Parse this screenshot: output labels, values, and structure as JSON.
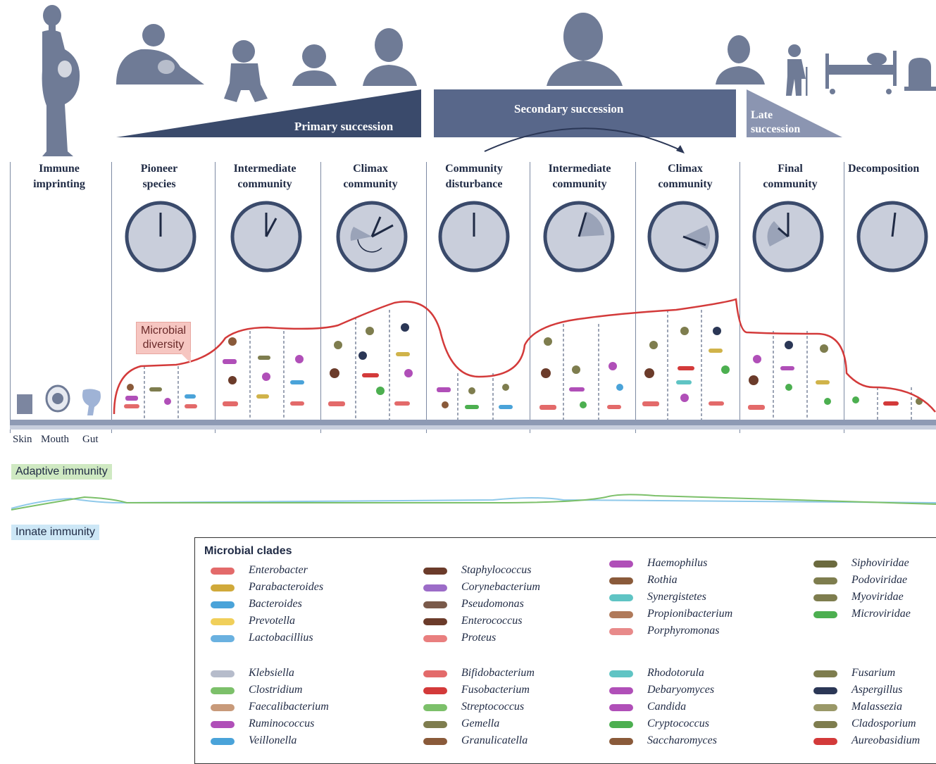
{
  "succession": {
    "primary": "Primary succession",
    "secondary": "Secondary succession",
    "late_line1": "Late",
    "late_line2": "succession"
  },
  "stages": [
    {
      "line1": "Immune",
      "line2": "imprinting"
    },
    {
      "line1": "Pioneer",
      "line2": "species"
    },
    {
      "line1": "Intermediate",
      "line2": "community"
    },
    {
      "line1": "Climax",
      "line2": "community"
    },
    {
      "line1": "Community",
      "line2": "disturbance"
    },
    {
      "line1": "Intermediate",
      "line2": "community"
    },
    {
      "line1": "Climax",
      "line2": "community"
    },
    {
      "line1": "Final",
      "line2": "community"
    },
    {
      "line1": "Decomposition",
      "line2": ""
    }
  ],
  "microbial_diversity": {
    "line1": "Microbial",
    "line2": "diversity"
  },
  "body_sites": [
    "Skin",
    "Mouth",
    "Gut"
  ],
  "immunity": {
    "adaptive": "Adaptive immunity",
    "innate": "Innate immunity"
  },
  "legend": {
    "title": "Microbial clades",
    "col1": [
      "Enterobacter",
      "Parabacteroides",
      "Bacteroides",
      "Prevotella",
      "Lactobacillius"
    ],
    "col1b": [
      "Klebsiella",
      "Clostridium",
      "Faecalibacterium",
      "Ruminococcus",
      "Veillonella"
    ],
    "col2": [
      "Staphylococcus",
      "Corynebacterium",
      "Pseudomonas",
      "Enterococcus",
      "Proteus"
    ],
    "col2b": [
      "Bifidobacterium",
      "Fusobacterium",
      "Streptococcus",
      "Gemella",
      "Granulicatella"
    ],
    "col3": [
      "Haemophilus",
      "Rothia",
      "Synergistetes",
      "Propionibacterium",
      "Porphyromonas"
    ],
    "col3b": [
      "Rhodotorula",
      "Debaryomyces",
      "Candida",
      "Cryptococcus",
      "Saccharomyces"
    ],
    "col4": [
      "Siphoviridae",
      "Podoviridae",
      "Myoviridae",
      "Microviridae"
    ],
    "col4b": [
      "Fusarium",
      "Aspergillus",
      "Malassezia",
      "Cladosporium",
      "Aureobasidium"
    ]
  },
  "colors": {
    "navy": "#3a4a6b",
    "slate": "#7f8aa8",
    "silhouette": "#6f7b96",
    "diversity_line": "#d33a3a",
    "adaptive": "#7cc06a",
    "innate": "#8fc9ea"
  },
  "icons": [
    "pregnant-woman-icon",
    "breastfeeding-icon",
    "infant-icon",
    "child-icon",
    "adolescent-icon",
    "adult-icon",
    "middle-aged-icon",
    "elderly-cane-icon",
    "hospital-bed-icon",
    "gravestone-icon",
    "clock-icon"
  ]
}
